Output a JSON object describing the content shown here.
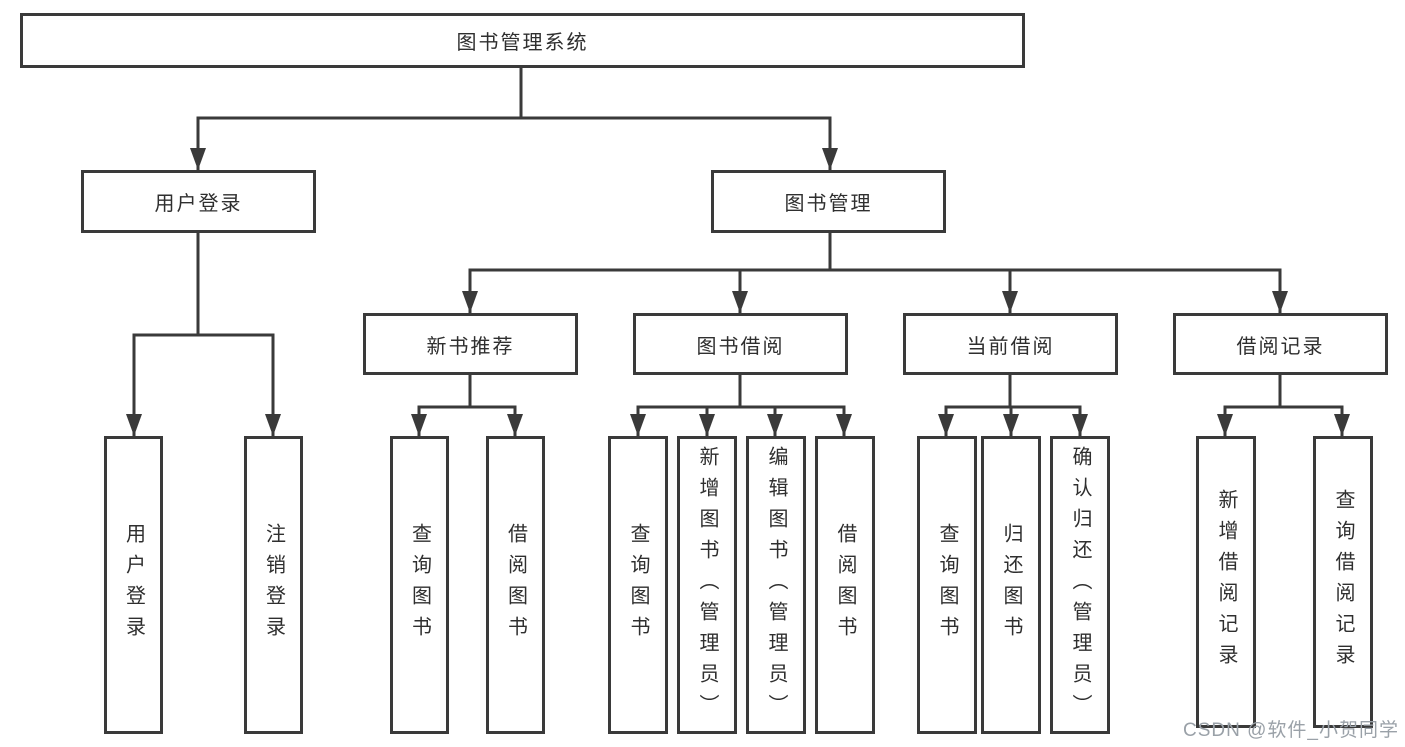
{
  "tree": {
    "root": {
      "label": "图书管理系统"
    },
    "level2": [
      {
        "id": "user-login",
        "label": "用户登录",
        "children": [
          {
            "label": "用户登录"
          },
          {
            "label": "注销登录"
          }
        ]
      },
      {
        "id": "book-management",
        "label": "图书管理"
      }
    ],
    "level3": [
      {
        "id": "new-book-recommend",
        "label": "新书推荐",
        "children": [
          {
            "label": "查询图书"
          },
          {
            "label": "借阅图书"
          }
        ]
      },
      {
        "id": "book-borrow",
        "label": "图书借阅",
        "children": [
          {
            "label": "查询图书"
          },
          {
            "label": "新增图书（管理员）"
          },
          {
            "label": "编辑图书（管理员）"
          },
          {
            "label": "借阅图书"
          }
        ]
      },
      {
        "id": "current-borrow",
        "label": "当前借阅",
        "children": [
          {
            "label": "查询图书"
          },
          {
            "label": "归还图书"
          },
          {
            "label": "确认归还（管理员）"
          }
        ]
      },
      {
        "id": "borrow-records",
        "label": "借阅记录",
        "children": [
          {
            "label": "新增借阅记录"
          },
          {
            "label": "查询借阅记录"
          }
        ]
      }
    ]
  },
  "watermark": {
    "text": "CSDN @软件_小贺同学"
  },
  "colors": {
    "line": "#3a3a3a",
    "text": "#2f2f2f",
    "watermark": "#9aa1a8",
    "background": "#ffffff"
  }
}
